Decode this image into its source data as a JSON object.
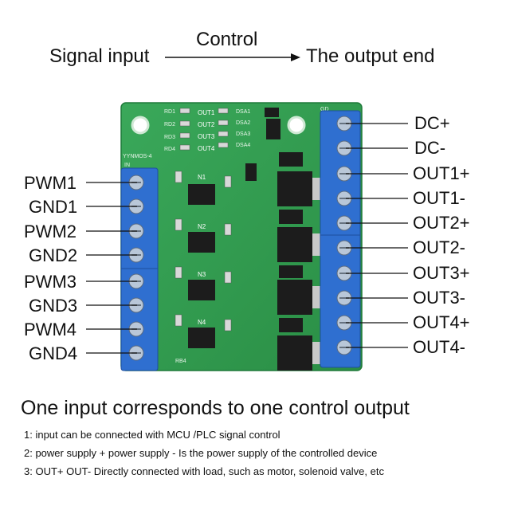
{
  "header": {
    "control_label": "Control",
    "signal_input_label": "Signal input",
    "output_end_label": "The output end"
  },
  "board": {
    "model": "YYNMOS-4",
    "top_labels": [
      "OUT1",
      "OUT2",
      "OUT3",
      "OUT4"
    ],
    "rd_labels": [
      "RD1",
      "RD2",
      "RD3",
      "RD4"
    ],
    "dsa_labels": [
      "DSA1",
      "DSA2",
      "DSA3",
      "DSA4"
    ],
    "n_labels": [
      "N1",
      "N2",
      "N3",
      "N4"
    ],
    "gd_label": "GD",
    "in_label": "IN",
    "rb_label": "RB4"
  },
  "inputs": [
    "PWM1",
    "GND1",
    "PWM2",
    "GND2",
    "PWM3",
    "GND3",
    "PWM4",
    "GND4"
  ],
  "outputs": [
    "DC+",
    "DC-",
    "OUT1+",
    "OUT1-",
    "OUT2+",
    "OUT2-",
    "OUT3+",
    "OUT3-",
    "OUT4+",
    "OUT4-"
  ],
  "subtitle": "One input corresponds to one control output",
  "notes": [
    "1: input can be connected with MCU /PLC signal control",
    "2: power supply + power supply - Is the power supply of the controlled device",
    "3: OUT+ OUT- Directly connected with load, such as motor, solenoid valve, etc"
  ],
  "colors": {
    "pcb": "#2f9a4c",
    "pcb_dark": "#1f7a3a",
    "terminal": "#2f6fd0",
    "chip": "#1c1c1c"
  }
}
